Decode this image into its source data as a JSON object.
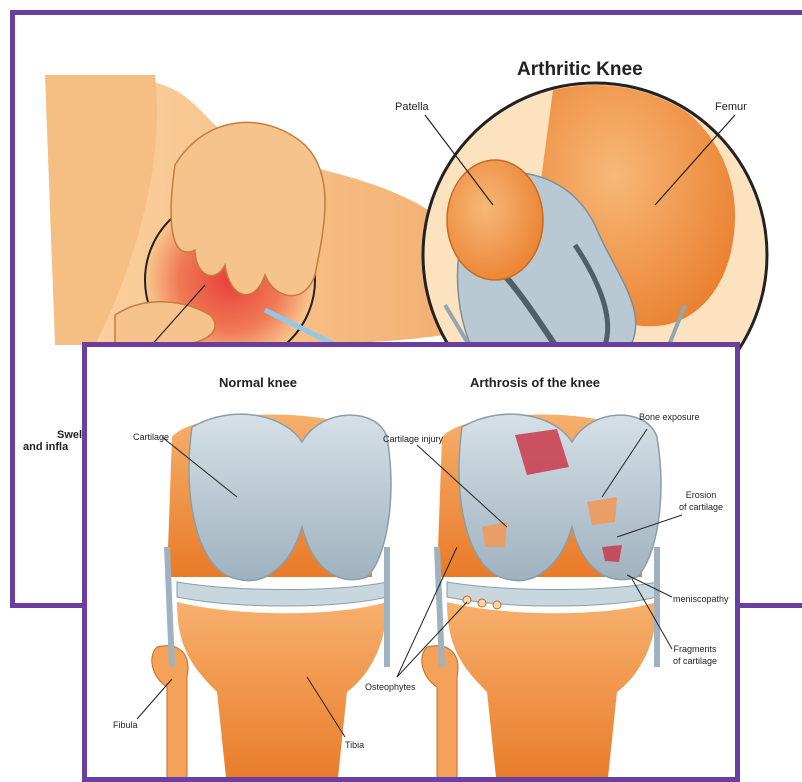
{
  "top_panel": {
    "title": "Arthritic Knee",
    "labels": {
      "patella": "Patella",
      "femur": "Femur",
      "swelling_line1": "Swell",
      "swelling_line2": "and infla"
    }
  },
  "bottom_panel": {
    "normal_title": "Normal knee",
    "arthrosis_title": "Arthrosis of the knee",
    "labels": {
      "cartilage": "Cartilage",
      "fibula": "Fibula",
      "tibia": "Tibia",
      "cartilage_injury": "Cartilage injury",
      "bone_exposure": "Bone exposure",
      "erosion_line1": "Erosion",
      "erosion_line2": "of cartilage",
      "meniscopathy": "meniscopathy",
      "fragments_line1": "Fragments",
      "fragments_line2": "of cartilage",
      "osteophytes": "Osteophytes"
    }
  },
  "colors": {
    "frame": "#6b3fa0",
    "bone": "#f4a15a",
    "cartilage": "#b9c9d3",
    "skin": "#f9c98f",
    "inflammation": "#e8534a",
    "damage": "#c9394a"
  }
}
